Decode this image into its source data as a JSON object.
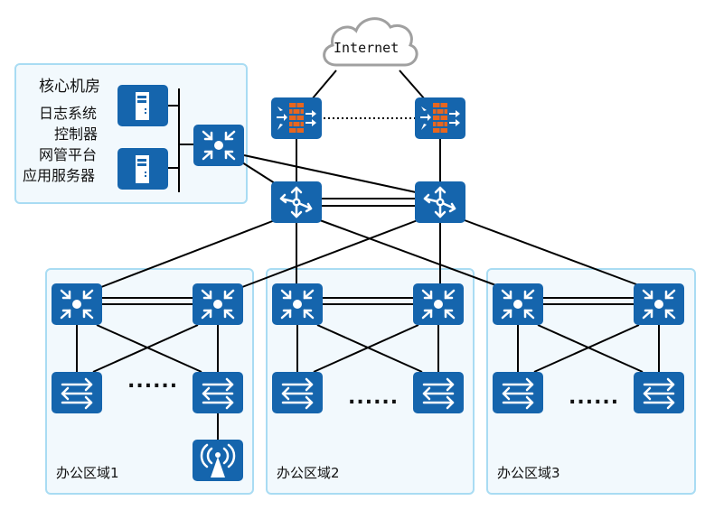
{
  "diagram": {
    "title": "Campus network topology",
    "internet": {
      "label": "Internet",
      "icon": "cloud-icon"
    },
    "core_room": {
      "title": "核心机房",
      "server_labels": [
        "日志系统",
        "控制器",
        "网管平台",
        "应用服务器"
      ],
      "devices": [
        "server-icon",
        "server-icon",
        "core-switch-icon"
      ]
    },
    "firewalls": [
      {
        "name": "firewall-1",
        "icon": "firewall-icon"
      },
      {
        "name": "firewall-2",
        "icon": "firewall-icon"
      }
    ],
    "firewall_link": "dotted (heartbeat / HA)",
    "core_routers": [
      {
        "name": "core-router-1",
        "icon": "router-icon"
      },
      {
        "name": "core-router-2",
        "icon": "router-icon"
      }
    ],
    "areas": [
      {
        "label": "办公区域1",
        "aggregation": 2,
        "access": 2,
        "ellipsis": "......",
        "has_ap": true
      },
      {
        "label": "办公区域2",
        "aggregation": 2,
        "access": 2,
        "ellipsis": "......",
        "has_ap": false
      },
      {
        "label": "办公区域3",
        "aggregation": 2,
        "access": 2,
        "ellipsis": "......",
        "has_ap": false
      }
    ],
    "colors": {
      "device_blue": "#1565ad",
      "firewall_brick": "#e8661f",
      "zone_fill": "#f2f9fd",
      "zone_border": "#a9dcf3",
      "cloud_stroke": "#a0a0a0",
      "link": "#000000"
    }
  }
}
